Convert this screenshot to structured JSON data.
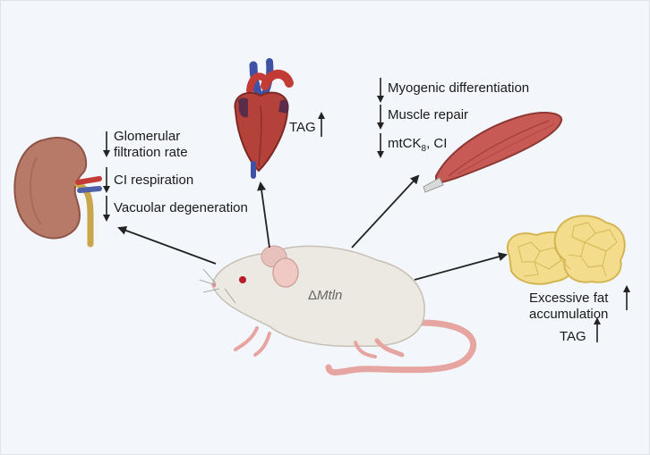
{
  "kidney": {
    "effects": [
      {
        "direction": "down",
        "line1": "Glomerular",
        "line2": "filtration rate"
      },
      {
        "direction": "down",
        "line1": "CI respiration"
      },
      {
        "direction": "down",
        "line1": "Vacuolar degeneration"
      }
    ]
  },
  "heart": {
    "effects": [
      {
        "direction": "up",
        "text": "TAG"
      }
    ]
  },
  "muscle": {
    "effects": [
      {
        "direction": "down",
        "text": "Myogenic differentiation"
      },
      {
        "direction": "down",
        "text": "Muscle repair"
      },
      {
        "direction": "down",
        "text_main": "mtCK",
        "text_sub": "8",
        "text_after": ", CI"
      }
    ]
  },
  "fat": {
    "effects": [
      {
        "direction": "up",
        "line1": "Excessive fat",
        "line2": "accumulation"
      },
      {
        "direction": "up",
        "text": "TAG"
      }
    ]
  },
  "mouse": {
    "label_prefix": "Δ",
    "label_gene": "Mtln"
  },
  "colors": {
    "background": "#f3f6fa",
    "kidney": "#b77968",
    "heart": "#b5423a",
    "muscle": "#c85a55",
    "fat": "#f3dd8c",
    "mouse": "#ece8e2",
    "tail": "#e6a5a0",
    "arrow": "#222222"
  }
}
